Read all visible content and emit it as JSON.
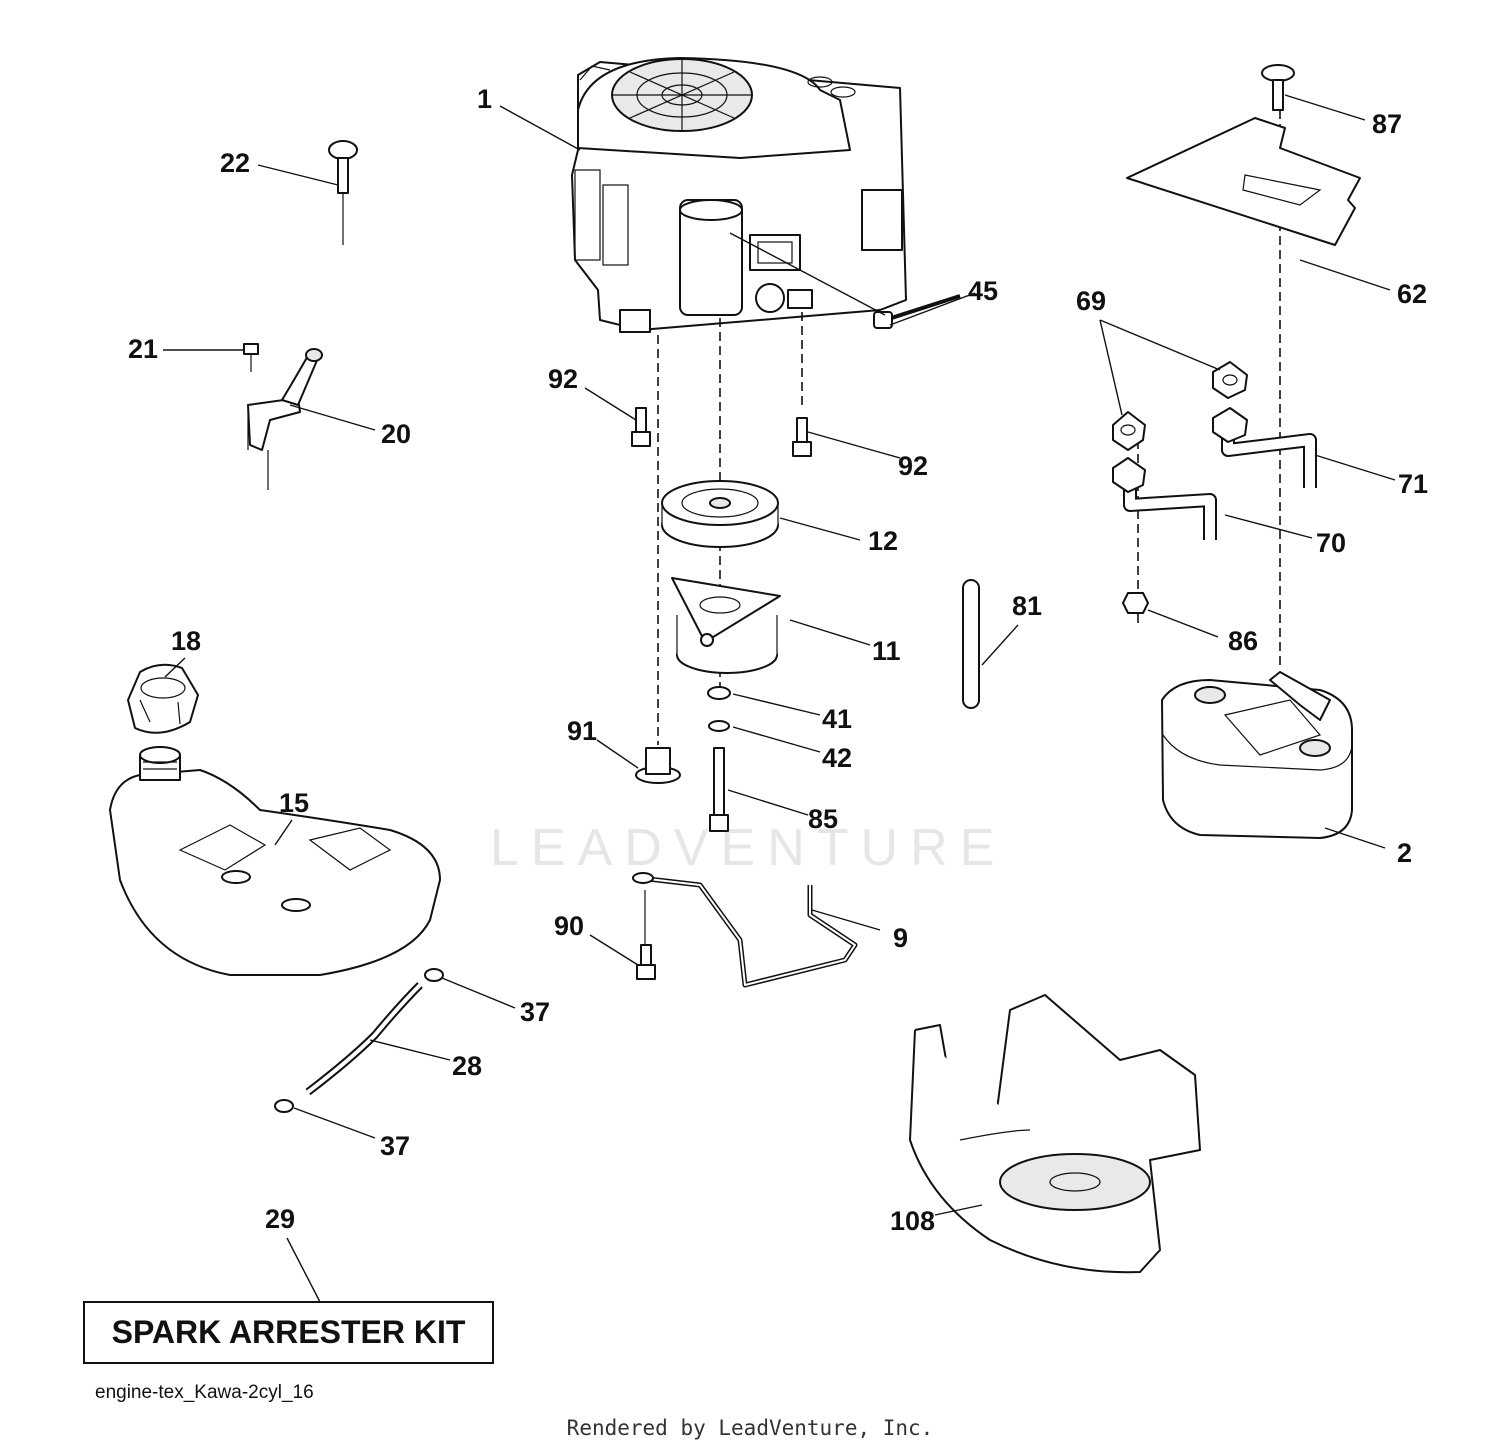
{
  "diagram": {
    "watermark": "LEADVENTURE",
    "kit_label": "SPARK ARRESTER KIT",
    "drawing_id": "engine-tex_Kawa-2cyl_16",
    "footer": "Rendered by LeadVenture, Inc.",
    "callouts": {
      "c1": "1",
      "c2": "2",
      "c9": "9",
      "c11": "11",
      "c12": "12",
      "c15": "15",
      "c18": "18",
      "c20": "20",
      "c21": "21",
      "c22": "22",
      "c28": "28",
      "c29": "29",
      "c37a": "37",
      "c37b": "37",
      "c41": "41",
      "c42": "42",
      "c45": "45",
      "c62": "62",
      "c69": "69",
      "c70": "70",
      "c71": "71",
      "c81": "81",
      "c85": "85",
      "c86": "86",
      "c87": "87",
      "c90": "90",
      "c91": "91",
      "c92a": "92",
      "c92b": "92",
      "c108": "108"
    }
  }
}
